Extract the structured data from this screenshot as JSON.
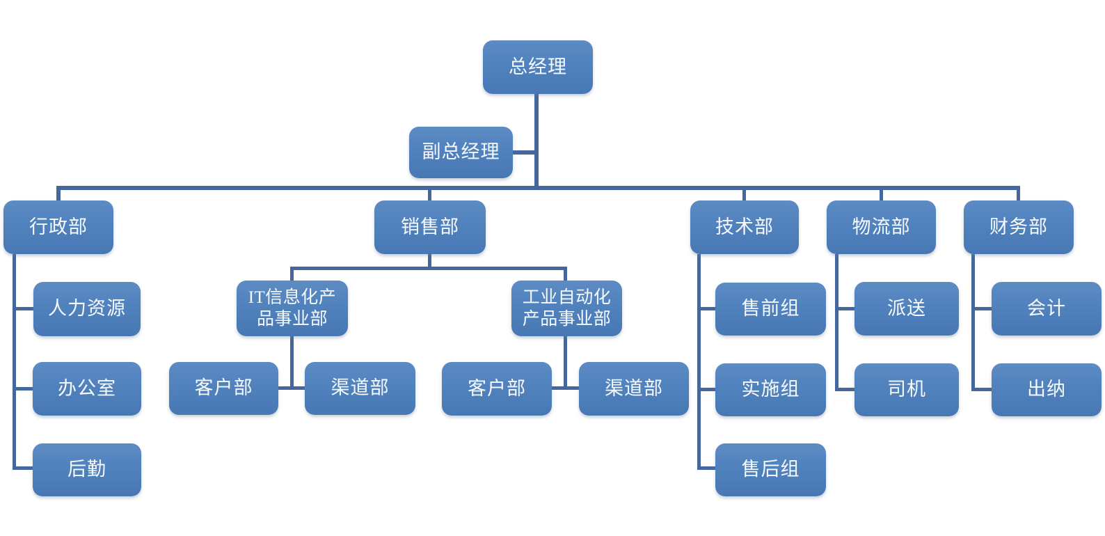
{
  "colors": {
    "node_fill": "#4f81bd",
    "node_fill_top": "#5d8bc4",
    "node_fill_bottom": "#4878b3",
    "connector": "#44689c",
    "node_text": "#f7fafd",
    "background": "#ffffff"
  },
  "tree": {
    "label": "总经理",
    "assistant": {
      "label": "副总经理"
    },
    "children": [
      {
        "label": "行政部",
        "children": [
          {
            "label": "人力资源"
          },
          {
            "label": "办公室"
          },
          {
            "label": "后勤"
          }
        ]
      },
      {
        "label": "销售部",
        "children": [
          {
            "label": "IT信息化产\n品事业部",
            "children": [
              {
                "label": "客户部"
              },
              {
                "label": "渠道部"
              }
            ]
          },
          {
            "label": "工业自动化\n产品事业部",
            "children": [
              {
                "label": "客户部"
              },
              {
                "label": "渠道部"
              }
            ]
          }
        ]
      },
      {
        "label": "技术部",
        "children": [
          {
            "label": "售前组"
          },
          {
            "label": "实施组"
          },
          {
            "label": "售后组"
          }
        ]
      },
      {
        "label": "物流部",
        "children": [
          {
            "label": "派送"
          },
          {
            "label": "司机"
          }
        ]
      },
      {
        "label": "财务部",
        "children": [
          {
            "label": "会计"
          },
          {
            "label": "出纳"
          }
        ]
      }
    ]
  }
}
